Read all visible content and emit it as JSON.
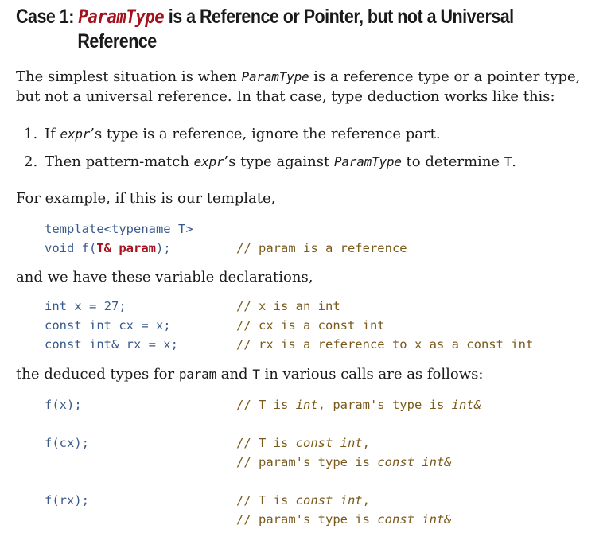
{
  "heading": {
    "prefix": "Case 1: ",
    "code": "ParamType",
    "rest": " is a Reference or Pointer, but not a Universal",
    "line2": "Reference"
  },
  "intro": {
    "t1": "The simplest situation is when ",
    "c1": "ParamType",
    "t2": " is a reference type or a pointer type, but not a universal reference. In that case, type deduction works like this:"
  },
  "list": [
    {
      "num": "1.",
      "t1": "If ",
      "c1": "expr",
      "t2": "’s type is a reference, ignore the reference part."
    },
    {
      "num": "2.",
      "t1": "Then pattern-match ",
      "c1": "expr",
      "t2": "’s type against ",
      "c2": "ParamType",
      "t3": " to determine ",
      "c3": "T",
      "t4": "."
    }
  ],
  "example_intro": "For example, if this is our template,",
  "template_code": {
    "line1": "template<typename T>",
    "line2_a": "void f(",
    "line2_kw": "T& param",
    "line2_b": ");",
    "comment": "// param is a reference"
  },
  "decl_intro": "and we have these variable declarations,",
  "decls": [
    {
      "code": "int x = 27;",
      "comment": "// x is an int"
    },
    {
      "code": "const int cx = x;",
      "comment": "// cx is a const int"
    },
    {
      "code": "const int& rx = x;",
      "comment": "// rx is a reference to x as a const int"
    }
  ],
  "deduced": {
    "t1": "the deduced types for ",
    "c1": "param",
    "t2": " and ",
    "c2": "T",
    "t3": " in various calls are as follows:"
  },
  "calls": [
    {
      "code": "f(x);",
      "c_a": "// T is ",
      "c_b": "int",
      "c_c": ", param's type is ",
      "c_d": "int&"
    },
    {
      "code": "f(cx);",
      "c1_a": "// T is ",
      "c1_b": "const int",
      "c1_c": ",",
      "c2_a": "// param's type is ",
      "c2_b": "const int&"
    },
    {
      "code": "f(rx);",
      "c1_a": "// T is ",
      "c1_b": "const int",
      "c1_c": ",",
      "c2_a": "// param's type is ",
      "c2_b": "const int&"
    }
  ]
}
